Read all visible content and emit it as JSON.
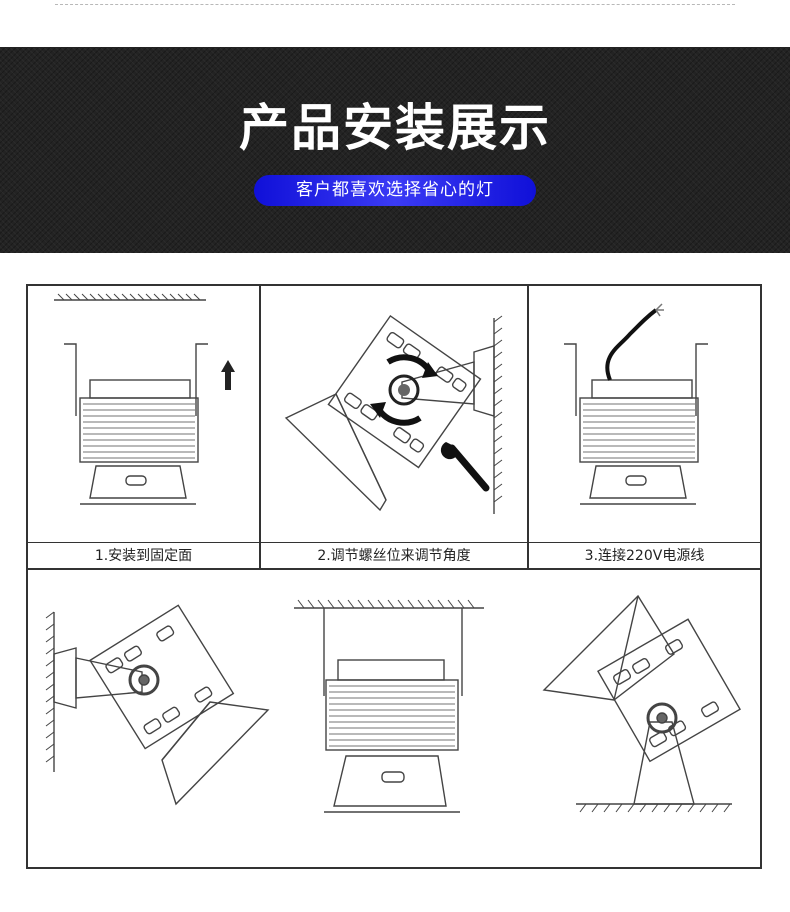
{
  "banner": {
    "title": "产品安装展示",
    "subtitle": "客户都喜欢选择省心的灯",
    "pill_color": "#2626ee"
  },
  "steps": [
    {
      "label": "1.安装到固定面"
    },
    {
      "label": "2.调节螺丝位来调节角度"
    },
    {
      "label": "3.连接220V电源线"
    }
  ],
  "icons": [
    "up-arrow-icon",
    "wrench-icon",
    "rotate-arrows-icon",
    "power-cable-icon"
  ]
}
